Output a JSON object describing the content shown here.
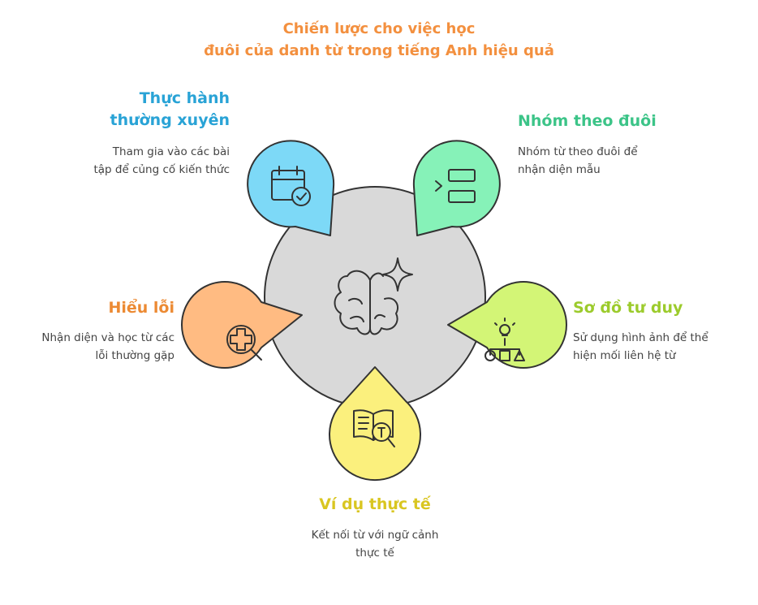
{
  "title": {
    "line1": "Chiến lược cho việc học",
    "line2": "đuôi của danh từ trong tiếng Anh hiệu quả"
  },
  "colors": {
    "title": "#f3903f",
    "center": "#d9d9d9",
    "practice": "#7dd9f7",
    "group": "#86f2b8",
    "mindmap": "#d3f576",
    "example": "#fbf07d",
    "errors": "#ffbb82"
  },
  "items": {
    "practice": {
      "heading_line1": "Thực hành",
      "heading_line2": "thường xuyên",
      "desc_line1": "Tham gia vào các bài",
      "desc_line2": "tập để củng cố kiến thức",
      "icon": "calendar-check-icon",
      "color": "#29a3d6"
    },
    "group": {
      "heading": "Nhóm theo đuôi",
      "desc_line1": "Nhóm từ theo đuôi để",
      "desc_line2": "nhận diện mẫu",
      "icon": "group-list-icon",
      "color": "#3cc488"
    },
    "mindmap": {
      "heading": "Sơ đồ tư duy",
      "desc_line1": "Sử dụng hình ảnh để thể",
      "desc_line2": "hiện mối liên hệ từ",
      "icon": "idea-diagram-icon",
      "color": "#9ccb2c"
    },
    "example": {
      "heading": "Ví dụ thực tế",
      "desc_line1": "Kết nối từ với ngữ cảnh",
      "desc_line2": "thực tế",
      "icon": "book-search-icon",
      "color": "#d9c621"
    },
    "errors": {
      "heading": "Hiểu lỗi",
      "desc_line1": "Nhận diện và học từ các",
      "desc_line2": "lỗi thường gặp",
      "icon": "medical-search-icon",
      "color": "#ec8a33"
    }
  },
  "center_icon": "brain-sparkle-icon"
}
